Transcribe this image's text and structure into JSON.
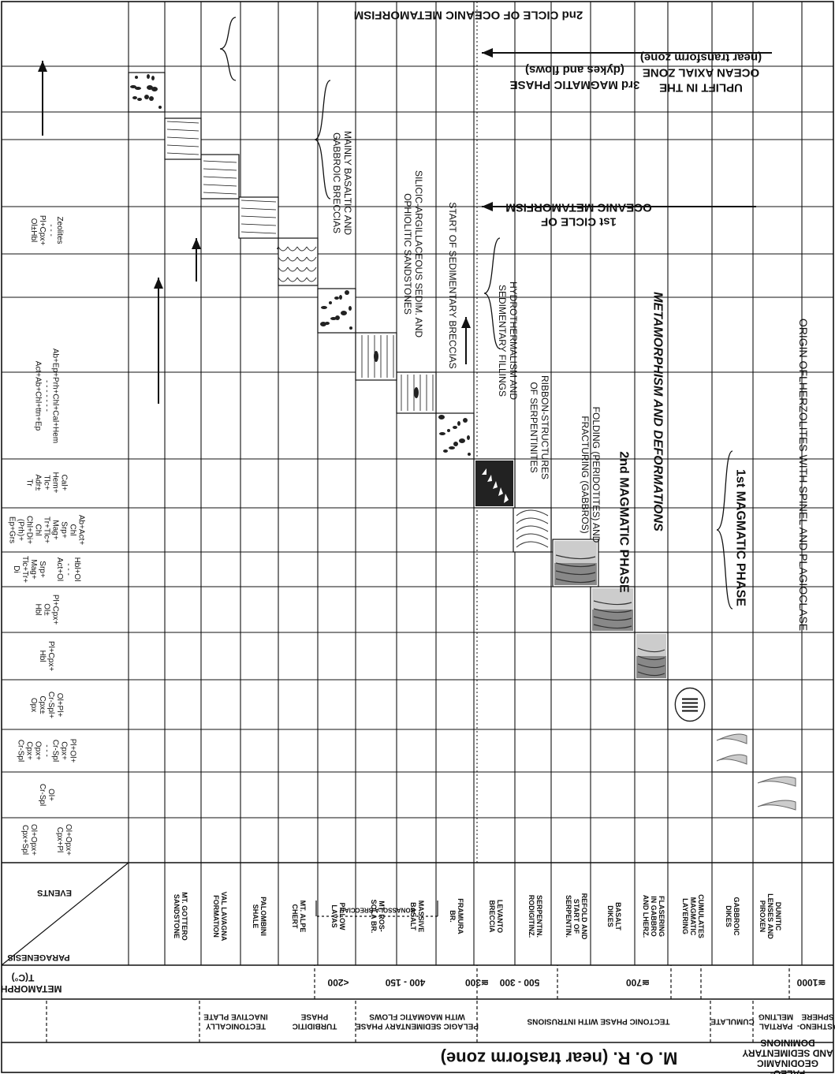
{
  "title": "M. O. R. (near trasform zone)",
  "headers": {
    "paleo": [
      "PALEO-",
      "GEODINAMIC",
      "AND SEDIMENTARY",
      "DOMINIONS"
    ],
    "metamorphism": [
      "METAMORPHISM",
      "T(C°)"
    ],
    "events": "EVENTS",
    "paragenesis": "PARAGENESIS"
  },
  "domains": [
    {
      "lines": [
        "ASTHENO-",
        "SPHERE"
      ]
    },
    {
      "lines": [
        "PARTIAL",
        "MELTING"
      ]
    },
    {
      "lines": [
        "CUMULATE"
      ]
    },
    {
      "lines": [
        "TECTONIC PHASE WITH INTRUSIONS"
      ]
    },
    {
      "lines": [
        "PELAGIC SEDIMENTARY PHASE",
        "WITH MAGMATIC FLOWS"
      ]
    },
    {
      "lines": [
        "TURBIDITIC",
        "PHASE"
      ]
    },
    {
      "lines": [
        "TECTONICALLY",
        "INACTIVE PLATE"
      ]
    }
  ],
  "temperatures": [
    {
      "label": "≅1000"
    },
    {
      "label": "≅700"
    },
    {
      "label": "500 - 300"
    },
    {
      "label": "≅300"
    },
    {
      "label": "400 - 150"
    },
    {
      "label": "<200"
    }
  ],
  "events": [
    {
      "lines": [
        "DUNITIC",
        "LENSES AND",
        "PIROXEN"
      ]
    },
    {
      "lines": [
        "GABBROIC",
        "DIKES"
      ]
    },
    {
      "lines": [
        "CUMULATES",
        "MAGMATIC",
        "LAYERING"
      ]
    },
    {
      "lines": [
        "FLASERING",
        "IN GABBRO",
        "AND LHERZ."
      ]
    },
    {
      "lines": [
        "BASALT",
        "DIKES"
      ]
    },
    {
      "lines": [
        "REFOLD AND",
        "START OF",
        "SERPENTIN."
      ]
    },
    {
      "lines": [
        "SERPENTIN.",
        "RODIGITINZ."
      ]
    },
    {
      "lines": [
        "LEVANTO",
        "BRECCIA"
      ]
    },
    {
      "lines": [
        "FRAMURA",
        "BR."
      ]
    },
    {
      "lines": [
        "MASSIVE",
        "BASALT"
      ]
    },
    {
      "lines": [
        "MT. ROS-",
        "SOLA BR."
      ]
    },
    {
      "lines": [
        "PILLOW",
        "LAVAS"
      ]
    },
    {
      "lines": [
        "MT. ALPE",
        "CHERT"
      ]
    },
    {
      "lines": [
        "PALOMBINI",
        "SHALE"
      ]
    },
    {
      "lines": [
        "VAL LAVAGNA",
        "FORMATION"
      ]
    },
    {
      "lines": [
        "MT. GOTTERO",
        "SANDSTONE"
      ]
    }
  ],
  "bonassola_label": "BONASSOLA BRECCIAS",
  "parageneses": [
    {
      "lines": [
        "Ol+Opx+",
        "Cpx+Pl",
        "",
        "",
        "Ol+Opx+",
        "Cpx+Spl"
      ]
    },
    {
      "lines": [
        "Ol+",
        "Cr-Spl"
      ]
    },
    {
      "lines": [
        "Pl+Ol+",
        "Cpx+",
        "Cr-Spl",
        "- - -",
        "Opx+",
        "Cpx+",
        "Cr-Spl"
      ]
    },
    {
      "lines": [
        "Ol+Pl+",
        "Cr-Spl+",
        "Cpx±",
        "Opx"
      ]
    },
    {
      "lines": [
        "Pl+Cpx+",
        "Hbl"
      ]
    },
    {
      "lines": [
        "Pl+Cpx+",
        "Ol±",
        "Hbl"
      ]
    },
    {
      "lines": [
        "Hbl+Ol",
        "- - -",
        "Act+Ol",
        "",
        "Srp+",
        "Mag+",
        "Tlc+Tr+",
        "Di"
      ]
    },
    {
      "lines": [
        "Ab+Act+",
        "Chl",
        "Srp+",
        "Mag+",
        "Tr+Tlc+",
        "Chl",
        "Chl+Di+",
        "(Prh)+",
        "Ep+Grs"
      ]
    },
    {
      "lines": [
        "Cal+",
        "Hem+",
        "Tlc+",
        "Adr±",
        "Tr"
      ]
    },
    {
      "lines": [
        "Ab+Ep+Prh+Chl+Cal+Hem",
        "- - - - - - -",
        "Act+Ab+Chl+ttn+Ep"
      ]
    },
    {
      "lines": [
        "Zeolites",
        "- - -",
        "Pl+Cpx+",
        "Ol±Hbl"
      ]
    }
  ],
  "annotations": {
    "origin": "ORIGIN OFLHERZOLITES WITH SPINEL AND PLAGIOCLASE",
    "first_magmatic": "1st MAGMATIC PHASE",
    "metamorphism_deformations": "METAMORPHISM AND DEFORMATIONS",
    "second_magmatic": "2nd MAGMATIC PHASE",
    "folding": [
      "FOLDING (PERIDOTITES) AND",
      "FRACTURING (GABBROS)"
    ],
    "ribbon": [
      "RIBBON-STRUCTURES",
      "OF SERPENTINITES"
    ],
    "hydrothermalism": [
      "HYDROTHERMALISM AND",
      "SEDIMENTARY FILLINGS"
    ],
    "start_sedimentary": "START OF SEDIMENTARY BRECCIAS",
    "silicic": [
      "SILICIC-ARGILLACEOUS SEDIM. AND",
      "OPHIOLITIC SANDSTONES"
    ],
    "basaltic_breccias": [
      "MAINLY BASALTIC AND",
      "GABBROIC BRECCIAS"
    ],
    "first_cycle": [
      "1st CICLE OF",
      "OCEANIC METAMORFISM"
    ],
    "third_magmatic": [
      "3rd MAGMATIC PHASE",
      "(dykes and flows)"
    ],
    "uplift": [
      "UPLIFT IN THE",
      "OCEAN AXIAL ZONE",
      "(near transform zone)"
    ],
    "second_cycle": "2nd CICLE OF OCEANIC METAMORFISM"
  },
  "colors": {
    "line": "#111111",
    "dark_fill": "#222222",
    "mid_fill": "#888888",
    "light_fill": "#cccccc"
  }
}
